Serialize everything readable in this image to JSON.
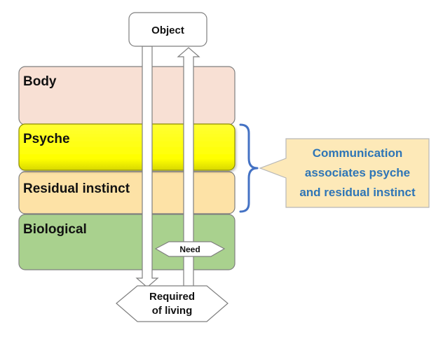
{
  "layers": [
    {
      "label": "Body",
      "fill": "#f8e0d4"
    },
    {
      "label": "Psyche",
      "fill": "#ffff00"
    },
    {
      "label": "Residual instinct",
      "fill": "#fde2a6"
    },
    {
      "label": "Biological",
      "fill": "#a9d18e"
    }
  ],
  "object_box": {
    "label": "Object"
  },
  "need_tag": {
    "label": "Need"
  },
  "required_box": {
    "lines": [
      "Required",
      "of living"
    ]
  },
  "callout": {
    "lines": [
      "Communication",
      "associates psyche",
      "and residual instinct"
    ],
    "text_color": "#2e75b6",
    "fill": "#fde9b8"
  },
  "colors": {
    "outline": "#7f7f7f",
    "bracket": "#4472c4"
  }
}
